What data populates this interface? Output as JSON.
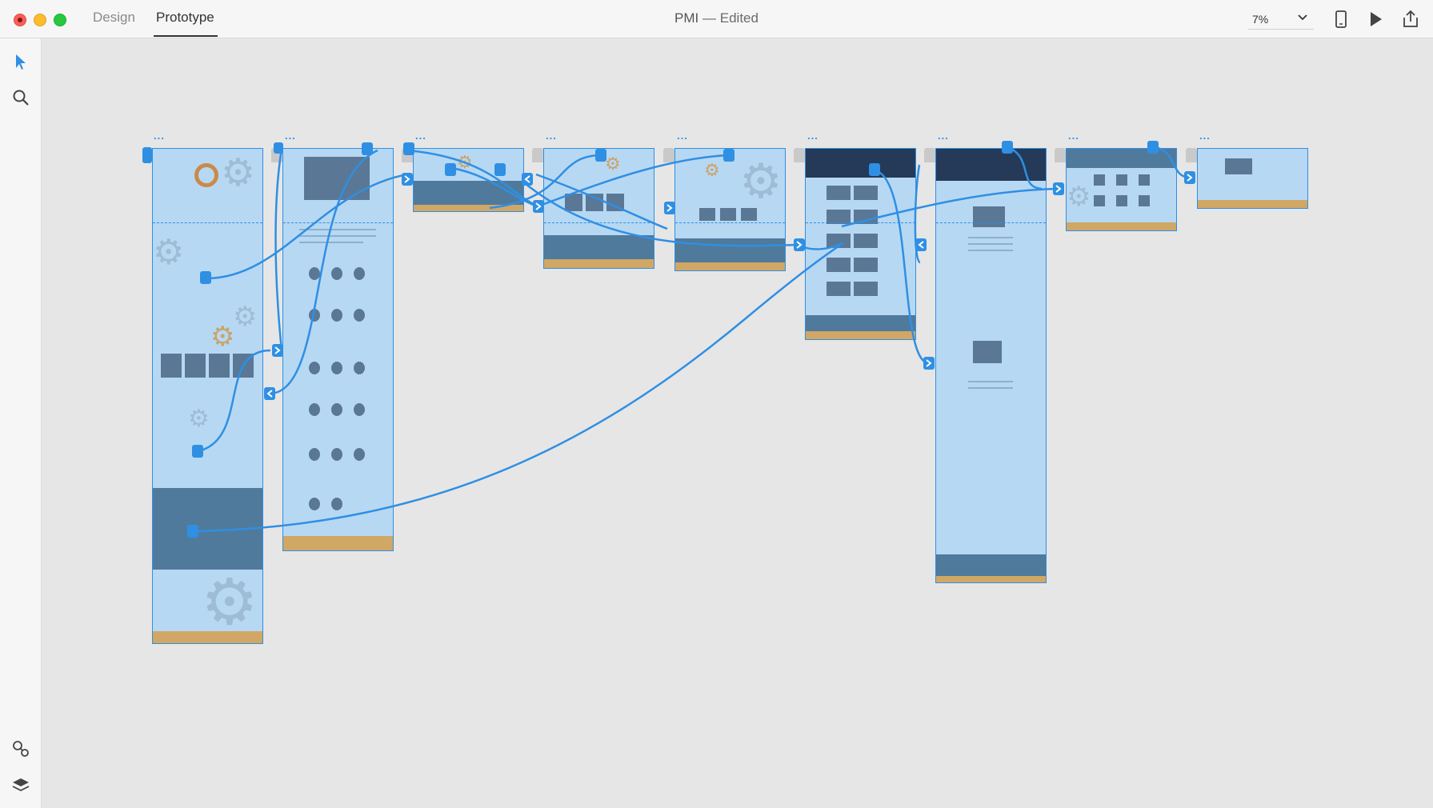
{
  "window": {
    "title": "PMI",
    "separator": "—",
    "status": "Edited",
    "accent_color": "#2f8fe3"
  },
  "tabs": [
    {
      "label": "Design",
      "active": false
    },
    {
      "label": "Prototype",
      "active": true
    }
  ],
  "toolbar": {
    "zoom_value": "7%",
    "icons": [
      "device-preview-icon",
      "play-icon",
      "share-icon"
    ]
  },
  "rail": {
    "tools": [
      "select-icon",
      "search-icon"
    ],
    "bottom": [
      "assets-icon",
      "layers-icon"
    ]
  },
  "artboards": {
    "count": 9,
    "menu_glyph": "..."
  }
}
